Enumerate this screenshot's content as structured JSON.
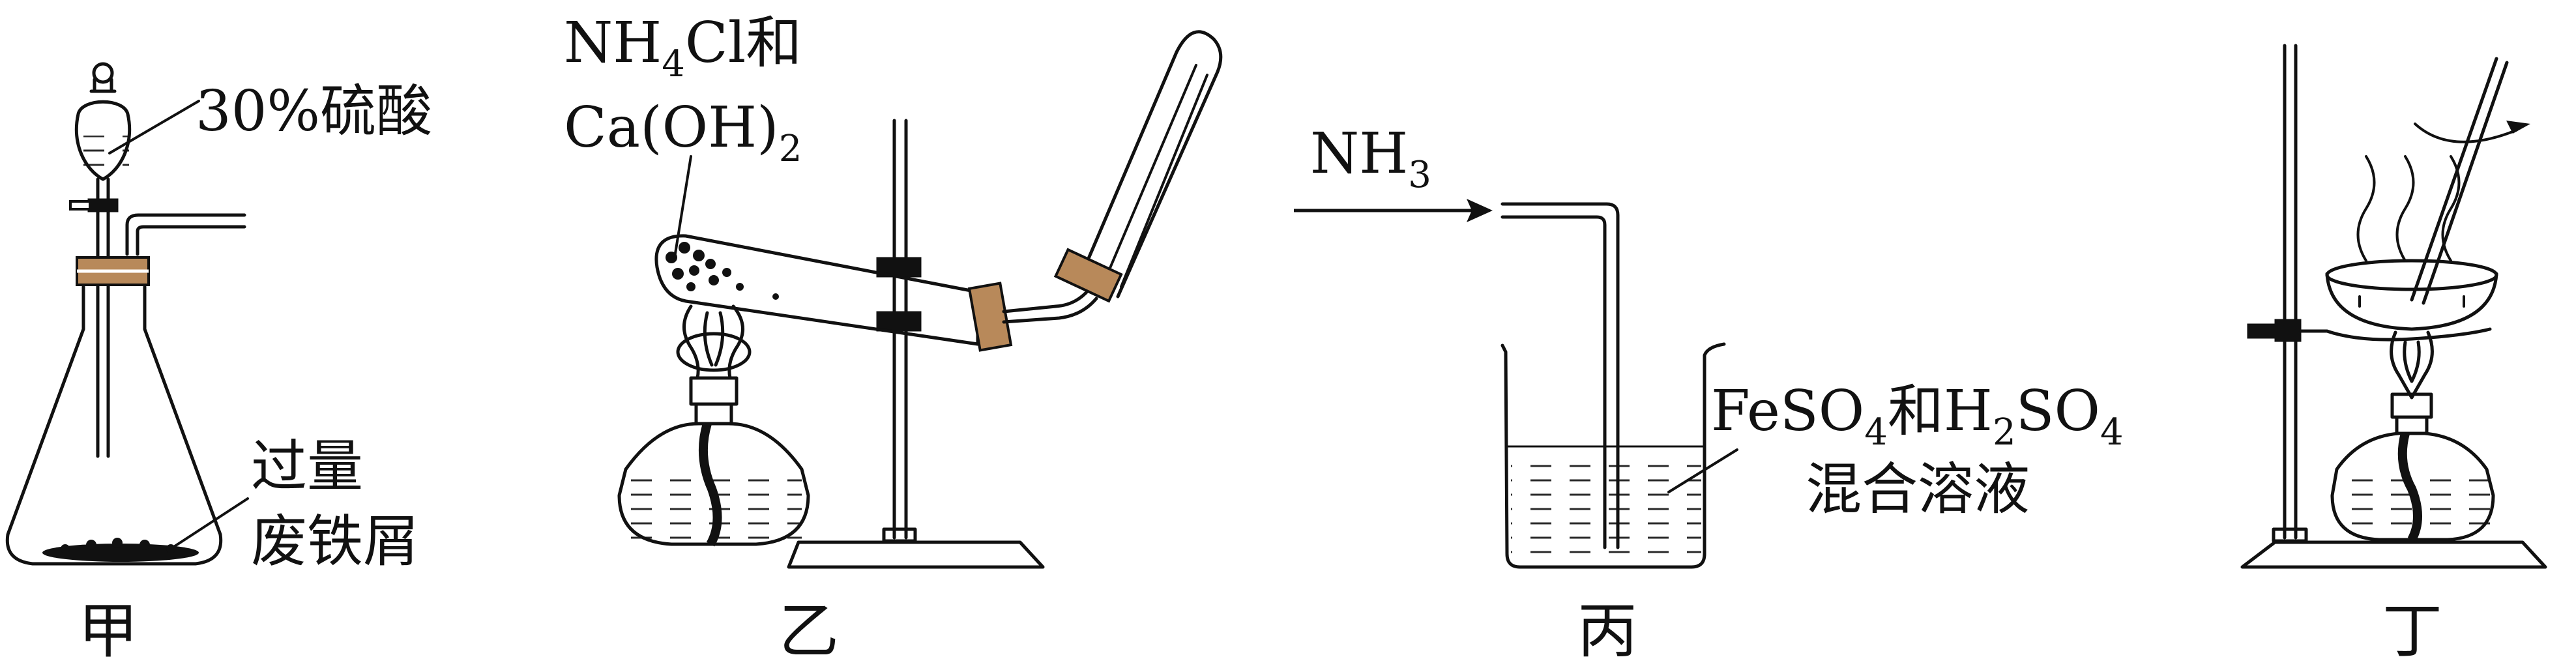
{
  "apparatus": {
    "jia": {
      "caption": "甲",
      "reagent_funnel": "30%硫酸",
      "reagent_flask_line1": "过量",
      "reagent_flask_line2": "废铁屑"
    },
    "yi": {
      "caption": "乙",
      "reagent_line1_a": "NH",
      "reagent_line1_sub": "4",
      "reagent_line1_b": "Cl和",
      "reagent_line2_a": "Ca(OH)",
      "reagent_line2_sub": "2"
    },
    "bing": {
      "caption": "丙",
      "gas_a": "NH",
      "gas_sub": "3",
      "solution_line1_a": "FeSO",
      "solution_line1_sub1": "4",
      "solution_line1_b": "和H",
      "solution_line1_sub2": "2",
      "solution_line1_c": "SO",
      "solution_line1_sub3": "4",
      "solution_line2": "混合溶液"
    },
    "ding": {
      "caption": "丁"
    }
  }
}
